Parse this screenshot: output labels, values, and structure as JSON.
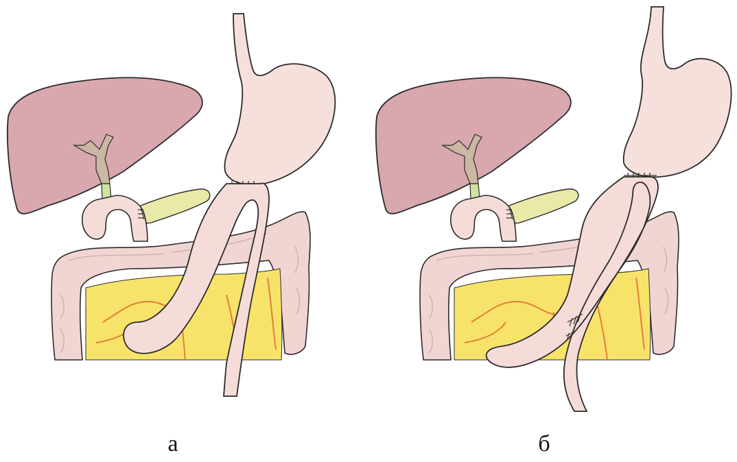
{
  "figure": {
    "panels": [
      {
        "id": "a",
        "caption": "а"
      },
      {
        "id": "b",
        "caption": "б"
      }
    ]
  },
  "colors": {
    "outline": "#2a2a2a",
    "liver": "#d9a7ae",
    "stomach": "#f6e0dc",
    "intestine": "#f5dcd8",
    "colon": "#f1d5d2",
    "colon_shadow": "#c9a9a7",
    "mesentery": "#f8e36a",
    "vessels": "#e57c3b",
    "bile_duct_upper": "#cbb7a2",
    "bile_duct_lower": "#cfe2a0",
    "pancreas": "#e9e9a8",
    "sutures": "#333333"
  }
}
